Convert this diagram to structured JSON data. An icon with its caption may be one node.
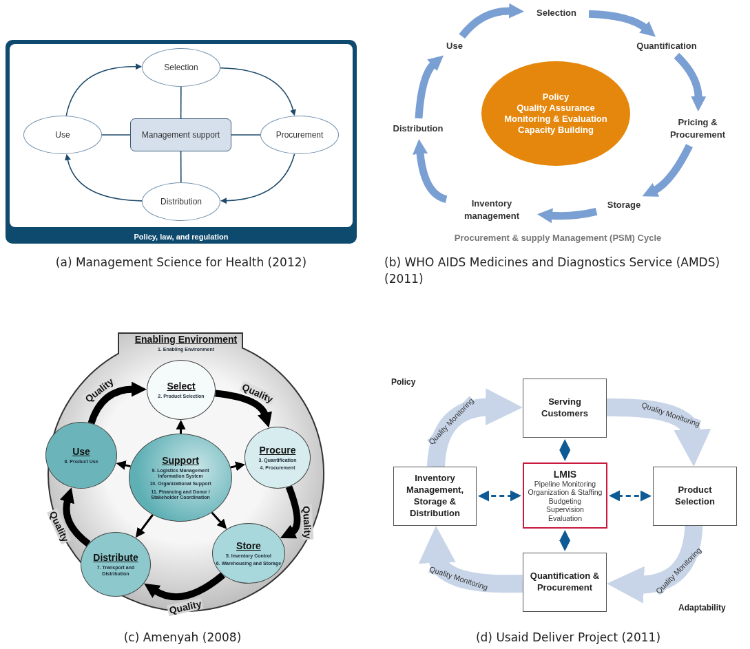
{
  "diagram": {
    "nodes": [
      {
        "text": [
          "Policy, law, and regulation"
        ]
      },
      {
        "text": [
          "Selection"
        ],
        "in": 0
      },
      {
        "text": [
          "Use"
        ],
        "in": 0
      },
      {
        "text": [
          "Management support"
        ],
        "in": 0
      },
      {
        "text": [
          "Procurement"
        ],
        "in": 0
      },
      {
        "text": [
          "Distribution"
        ],
        "in": 0
      },
      {
        "text": [
          "Selection"
        ]
      },
      {
        "text": [
          "Use"
        ]
      },
      {
        "text": [
          "Quantification"
        ]
      },
      {
        "text": [
          "Policy",
          "Quality Assurance",
          "Monitoring & Evaluation",
          "Capacity Building"
        ]
      },
      {
        "text": [
          "Distribution"
        ]
      },
      {
        "text": [
          "Pricing & Procurement"
        ]
      },
      {
        "text": [
          "Inventory management"
        ]
      },
      {
        "text": [
          "Storage"
        ]
      },
      {
        "text": [
          "Enabling Environment",
          "1. Enabling Environment"
        ]
      },
      {
        "text": [
          "Select",
          "2. Product Selection"
        ],
        "in": 14
      },
      {
        "text": [
          "Use",
          "8. Product Use"
        ],
        "in": 14
      },
      {
        "text": [
          "Support",
          "9. Logistics Management Information System",
          "10. Organizational Support",
          "11. Financing and Donor / Stakeholder Coordination"
        ],
        "in": 14
      },
      {
        "text": [
          "Procure",
          "3. Quantification",
          "4. Procurement"
        ],
        "in": 14
      },
      {
        "text": [
          "Distribute",
          "7. Transport and Distribution"
        ],
        "in": 14
      },
      {
        "text": [
          "Store",
          "5. Inventory Control",
          "6. Warehousing and Storage"
        ],
        "in": 14
      },
      {
        "text": [
          "Serving Customers"
        ]
      },
      {
        "text": [
          "Inventory Management, Storage & Distribution"
        ]
      },
      {
        "text": [
          "LMIS",
          "Pipeline Monitoring",
          "Organization & Staffing",
          "Budgeting",
          "Supervision",
          "Evaluation"
        ]
      },
      {
        "text": [
          "Product Selection"
        ]
      },
      {
        "text": [
          "Quantification & Procurement"
        ]
      }
    ],
    "edges": [
      {
        "from": 2,
        "to": 1,
        "arrow": "to",
        "color": "#1d4a6a"
      },
      {
        "from": 1,
        "to": 4,
        "arrow": "to",
        "color": "#1d4a6a"
      },
      {
        "from": 4,
        "to": 5,
        "arrow": "to",
        "color": "#1d4a6a"
      },
      {
        "from": 5,
        "to": 2,
        "arrow": "to",
        "color": "#1d4a6a"
      },
      {
        "from": 3,
        "to": 1,
        "arrow": "none",
        "color": "#1d4a6a"
      },
      {
        "from": 3,
        "to": 2,
        "arrow": "none",
        "color": "#1d4a6a"
      },
      {
        "from": 3,
        "to": 4,
        "arrow": "none",
        "color": "#1d4a6a"
      },
      {
        "from": 3,
        "to": 5,
        "arrow": "none",
        "color": "#1d4a6a"
      },
      {
        "from": 6,
        "to": 8,
        "arrow": "to",
        "style": "thick",
        "color": "#7a9fd2"
      },
      {
        "from": 8,
        "to": 11,
        "arrow": "to",
        "style": "thick",
        "color": "#7a9fd2"
      },
      {
        "from": 11,
        "to": 13,
        "arrow": "to",
        "style": "thick",
        "color": "#7a9fd2"
      },
      {
        "from": 13,
        "to": 12,
        "arrow": "to",
        "style": "thick",
        "color": "#7a9fd2"
      },
      {
        "from": 12,
        "to": 10,
        "arrow": "to",
        "style": "thick",
        "color": "#7a9fd2"
      },
      {
        "from": 10,
        "to": 7,
        "arrow": "to",
        "style": "thick",
        "color": "#7a9fd2"
      },
      {
        "from": 7,
        "to": 6,
        "arrow": "to",
        "style": "thick",
        "color": "#7a9fd2"
      },
      {
        "from": 15,
        "to": 18,
        "arrow": "to",
        "label": "Quality",
        "style": "thick"
      },
      {
        "from": 18,
        "to": 20,
        "arrow": "to",
        "label": "Quality",
        "style": "thick"
      },
      {
        "from": 20,
        "to": 19,
        "arrow": "to",
        "label": "Quality",
        "style": "thick"
      },
      {
        "from": 19,
        "to": 16,
        "arrow": "to",
        "label": "Quality",
        "style": "thick"
      },
      {
        "from": 16,
        "to": 15,
        "arrow": "to",
        "label": "Quality",
        "style": "thick"
      },
      {
        "from": 17,
        "to": 15,
        "arrow": "to"
      },
      {
        "from": 17,
        "to": 16,
        "arrow": "to"
      },
      {
        "from": 17,
        "to": 18,
        "arrow": "to"
      },
      {
        "from": 17,
        "to": 19,
        "arrow": "to"
      },
      {
        "from": 17,
        "to": 20,
        "arrow": "to"
      },
      {
        "from": 22,
        "to": 21,
        "arrow": "to",
        "label": "Quality Monitoring",
        "style": "thick",
        "color": "#c8d5e8"
      },
      {
        "from": 21,
        "to": 24,
        "arrow": "to",
        "label": "Quality Monitoring",
        "style": "thick",
        "color": "#c8d5e8"
      },
      {
        "from": 24,
        "to": 25,
        "arrow": "to",
        "label": "Quality Monitoring",
        "style": "thick",
        "color": "#c8d5e8"
      },
      {
        "from": 25,
        "to": 22,
        "arrow": "to",
        "label": "Quality Monitoring",
        "style": "thick",
        "color": "#c8d5e8"
      },
      {
        "from": 23,
        "to": 21,
        "arrow": "both",
        "style": "dashed",
        "color": "#0e5a94"
      },
      {
        "from": 23,
        "to": 22,
        "arrow": "both",
        "style": "dashed",
        "color": "#0e5a94"
      },
      {
        "from": 23,
        "to": 24,
        "arrow": "both",
        "style": "dashed",
        "color": "#0e5a94"
      },
      {
        "from": 23,
        "to": 25,
        "arrow": "both",
        "style": "dashed",
        "color": "#0e5a94"
      }
    ],
    "labels": [
      "Procurement & supply Management (PSM) Cycle",
      "(a) Management Science for Health (2012)",
      "(b) WHO AIDS Medicines and Diagnostics Service (AMDS) (2011)",
      "Policy",
      "Adaptability",
      "(c) Amenyah (2008)",
      "(d) Usaid Deliver Project (2011)"
    ]
  }
}
